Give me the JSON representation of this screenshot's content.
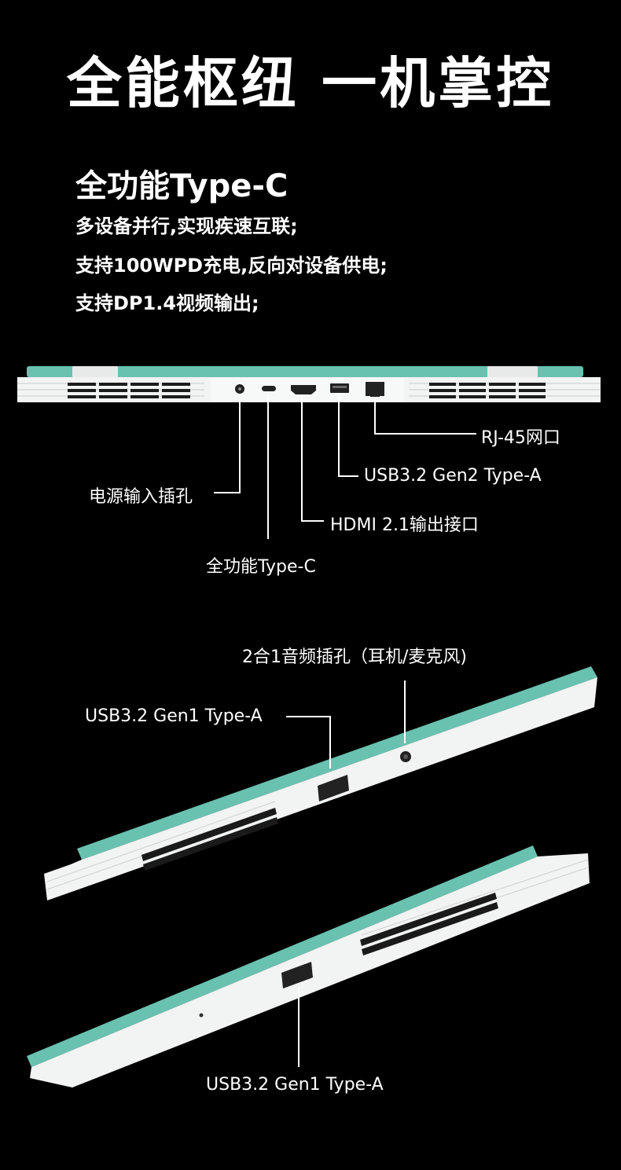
{
  "hero": {
    "title": "全能枢纽 一机掌控"
  },
  "typec_section": {
    "title": "全功能Type-C",
    "features": [
      "多设备并行,实现疾速互联;",
      "支持100WPD充电,反向对设备供电;",
      "支持DP1.4视频输出;"
    ]
  },
  "rear_ports": {
    "labels": {
      "rj45": "RJ-45网口",
      "usb_gen2": "USB3.2 Gen2 Type-A",
      "power": "电源输入插孔",
      "hdmi": "HDMI 2.1输出接口",
      "typec": "全功能Type-C"
    }
  },
  "right_side": {
    "labels": {
      "audio": "2合1音频插孔（耳机/麦克风)",
      "usb_gen1": "USB3.2 Gen1 Type-A"
    }
  },
  "left_side": {
    "labels": {
      "usb_gen1": "USB3.2 Gen1 Type-A"
    }
  },
  "colors": {
    "background": "#000000",
    "text": "#ffffff",
    "chassis": "#f2f3f3",
    "lid_accent": "#69c1b0"
  }
}
